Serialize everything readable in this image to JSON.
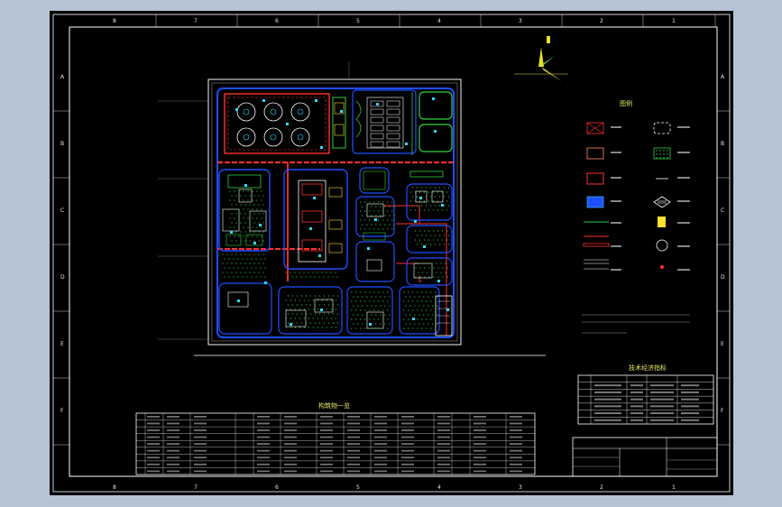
{
  "drawing": {
    "zone_letters": [
      "A",
      "B",
      "C",
      "D",
      "E",
      "F"
    ],
    "zone_numbers": [
      "1",
      "2",
      "3",
      "4",
      "5",
      "6",
      "7",
      "8"
    ]
  },
  "colors": {
    "background": "#000000",
    "frame": "#ffffff",
    "road": "#1e4fff",
    "building_red": "#ff3030",
    "green": "#30d040",
    "cyan": "#30d8ff",
    "yellow": "#ffe030",
    "surround": "#b5c3d5"
  },
  "icons": [
    "north-arrow-icon"
  ],
  "legend": {
    "title": "图例"
  },
  "tech_table": {
    "title": "技术经济指标"
  },
  "structures_table": {
    "title": "构筑物一览"
  }
}
